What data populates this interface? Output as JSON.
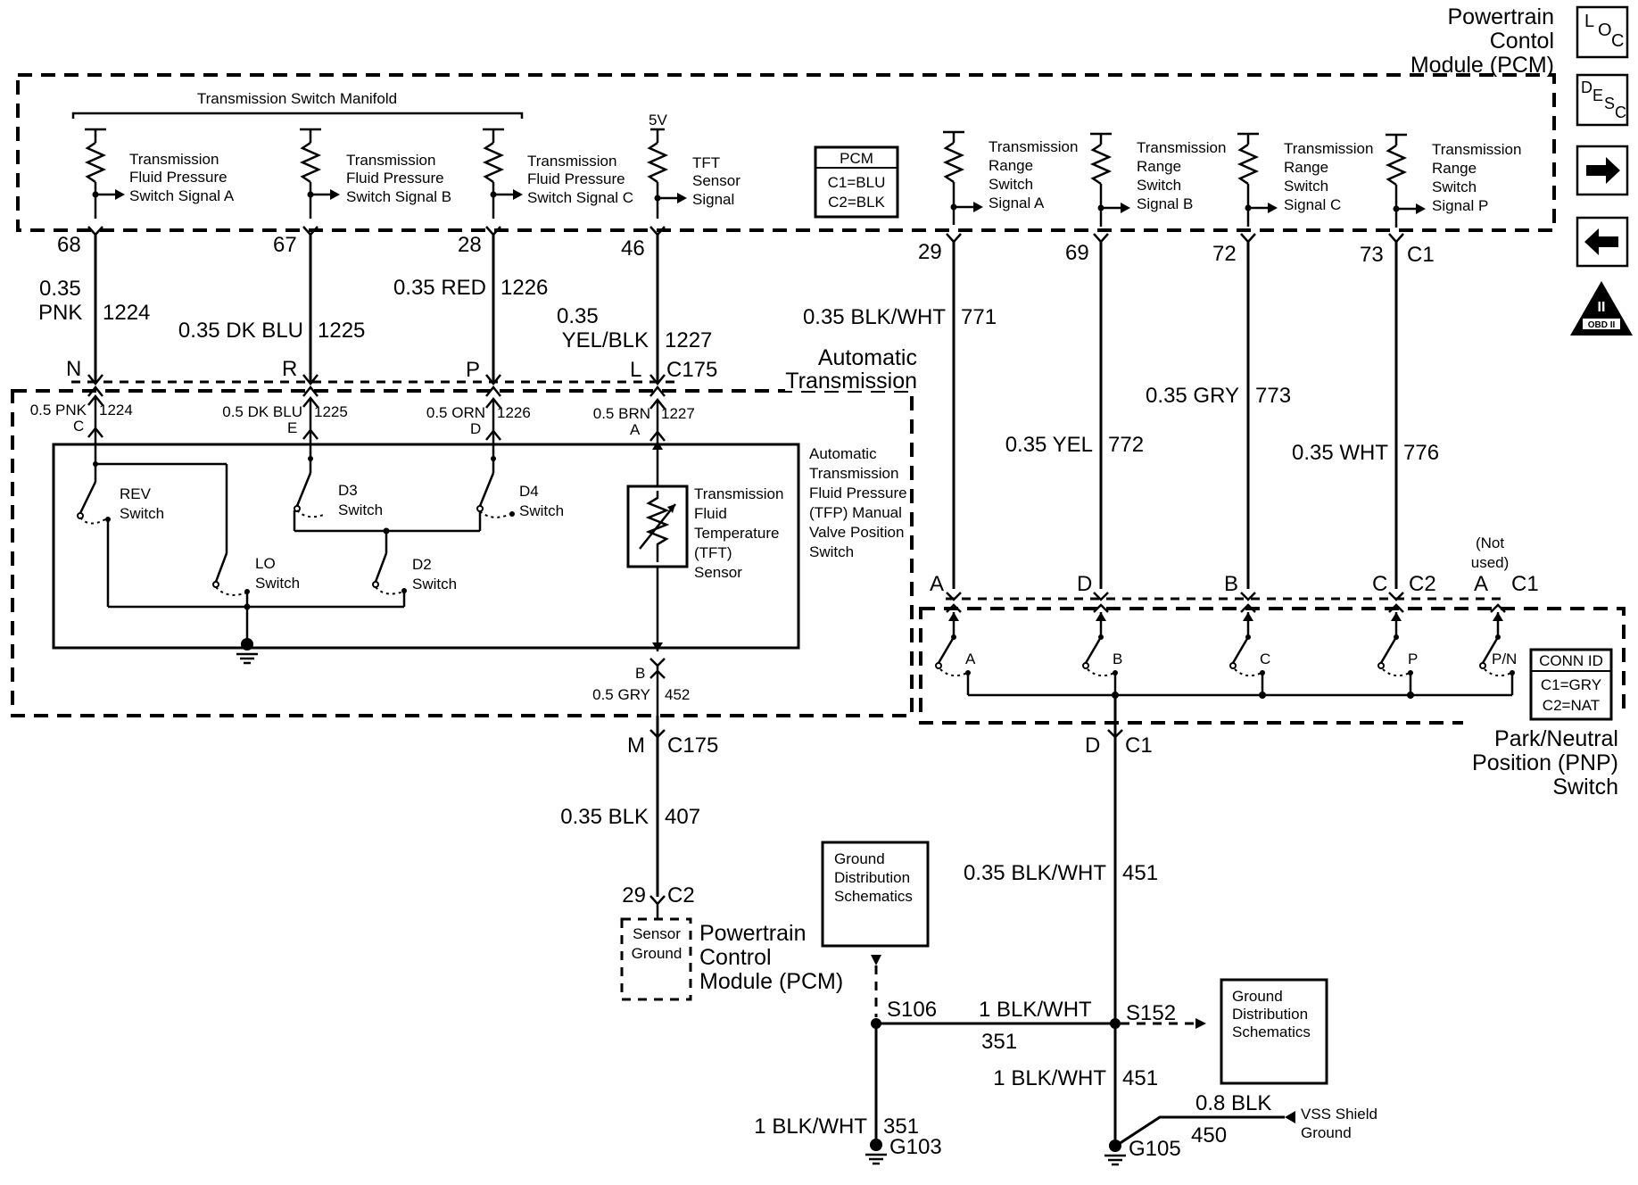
{
  "pcm_top": {
    "line1": "Powertrain",
    "line2": "Contol",
    "line3": "Module (PCM)"
  },
  "side_icons": {
    "loc": {
      "l": "L",
      "o": "O",
      "c": "C"
    },
    "desc": {
      "d": "D",
      "e": "E",
      "s": "S",
      "c": "C"
    },
    "obd": {
      "numeral": "II",
      "label": "OBD II"
    }
  },
  "manifold": {
    "title": "Transmission Switch Manifold"
  },
  "pcm_signals": {
    "tfpa": [
      "Transmission",
      "Fluid Pressure",
      "Switch Signal A"
    ],
    "tfpb": [
      "Transmission",
      "Fluid Pressure",
      "Switch Signal B"
    ],
    "tfpc": [
      "Transmission",
      "Fluid Pressure",
      "Switch Signal C"
    ],
    "tft": [
      "TFT",
      "Sensor",
      "Signal"
    ],
    "v5": "5V",
    "trsa": [
      "Transmission",
      "Range",
      "Switch",
      "Signal A"
    ],
    "trsb": [
      "Transmission",
      "Range",
      "Switch",
      "Signal B"
    ],
    "trsc": [
      "Transmission",
      "Range",
      "Switch",
      "Signal C"
    ],
    "trsp": [
      "Transmission",
      "Range",
      "Switch",
      "Signal P"
    ]
  },
  "pcm_conn_box": {
    "title": "PCM",
    "c1": "C1=BLU",
    "c2": "C2=BLK"
  },
  "pins": {
    "p68": "68",
    "p67": "67",
    "p28": "28",
    "p46": "46",
    "p29": "29",
    "p69": "69",
    "p72": "72",
    "p73": "73",
    "c1": "C1"
  },
  "wires_upper": {
    "w1224_size": "0.35",
    "w1224_color": "PNK",
    "w1224_num": "1224",
    "w1225": "0.35 DK BLU",
    "w1225_num": "1225",
    "w1226": "0.35 RED",
    "w1226_num": "1226",
    "w1227_size": "0.35",
    "w1227_color": "YEL/BLK",
    "w1227_num": "1227",
    "w771": "0.35 BLK/WHT",
    "w771_num": "771",
    "w773": "0.35 GRY",
    "w773_num": "773",
    "w772": "0.35 YEL",
    "w772_num": "772",
    "w776": "0.35 WHT",
    "w776_num": "776"
  },
  "c175_upper": {
    "n": "N",
    "r": "R",
    "p": "P",
    "l": "L",
    "conn": "C175"
  },
  "auto_trans": {
    "line1": "Automatic",
    "line2": "Transmission"
  },
  "inner_wires": {
    "w1": "0.5 PNK",
    "w1n": "1224",
    "p1": "C",
    "w2": "0.5 DK BLU",
    "w2n": "1225",
    "p2": "E",
    "w3": "0.5 ORN",
    "w3n": "1226",
    "p3": "D",
    "w4": "0.5 BRN",
    "w4n": "1227",
    "p4": "A"
  },
  "switches": {
    "rev": [
      "REV",
      "Switch"
    ],
    "lo": [
      "LO",
      "Switch"
    ],
    "d3": [
      "D3",
      "Switch"
    ],
    "d2": [
      "D2",
      "Switch"
    ],
    "d4": [
      "D4",
      "Switch"
    ]
  },
  "tft_sensor": [
    "Transmission",
    "Fluid",
    "Temperature",
    "(TFT)",
    "Sensor"
  ],
  "tfp_label": [
    "Automatic",
    "Transmission",
    "Fluid Pressure",
    "(TFP) Manual",
    "Valve Position",
    "Switch"
  ],
  "tft_bottom": {
    "pin": "B",
    "wire": "0.5 GRY",
    "num": "452"
  },
  "c175_lower": {
    "pin": "M",
    "conn": "C175"
  },
  "w407": {
    "wire": "0.35 BLK",
    "num": "407"
  },
  "c2_pcm": {
    "pin": "29",
    "conn": "C2"
  },
  "sensor_ground": [
    "Sensor",
    "Ground"
  ],
  "pcm_bottom": [
    "Powertrain",
    "Control",
    "Module (PCM)"
  ],
  "pnp": {
    "pins": {
      "a": "A",
      "d": "D",
      "b": "B",
      "c": "C",
      "c2": "C2",
      "a2": "A",
      "c1": "C1"
    },
    "not_used": [
      "(Not",
      "used)"
    ],
    "switch_labels": {
      "a": "A",
      "b": "B",
      "c": "C",
      "p": "P",
      "pn": "P/N"
    },
    "conn_id": {
      "title": "CONN ID",
      "c1": "C1=GRY",
      "c2": "C2=NAT"
    },
    "title": [
      "Park/Neutral",
      "Position (PNP)",
      "Switch"
    ],
    "bottom_pin": "D",
    "bottom_conn": "C1"
  },
  "w451": {
    "wire": "0.35 BLK/WHT",
    "num": "451"
  },
  "gds1": [
    "Ground",
    "Distribution",
    "Schematics"
  ],
  "gds2": [
    "Ground",
    "Distribution",
    "Schematics"
  ],
  "splices": {
    "s106": "S106",
    "s152": "S152"
  },
  "w351": {
    "wire": "1 BLK/WHT",
    "num": "351"
  },
  "w451b": {
    "wire": "1 BLK/WHT",
    "num": "451"
  },
  "w351b": {
    "wire": "1 BLK/WHT",
    "num": "351"
  },
  "w450": {
    "wire": "0.8 BLK",
    "num": "450"
  },
  "vss": [
    "VSS Shield",
    "Ground"
  ],
  "grounds": {
    "g103": "G103",
    "g105": "G105"
  }
}
